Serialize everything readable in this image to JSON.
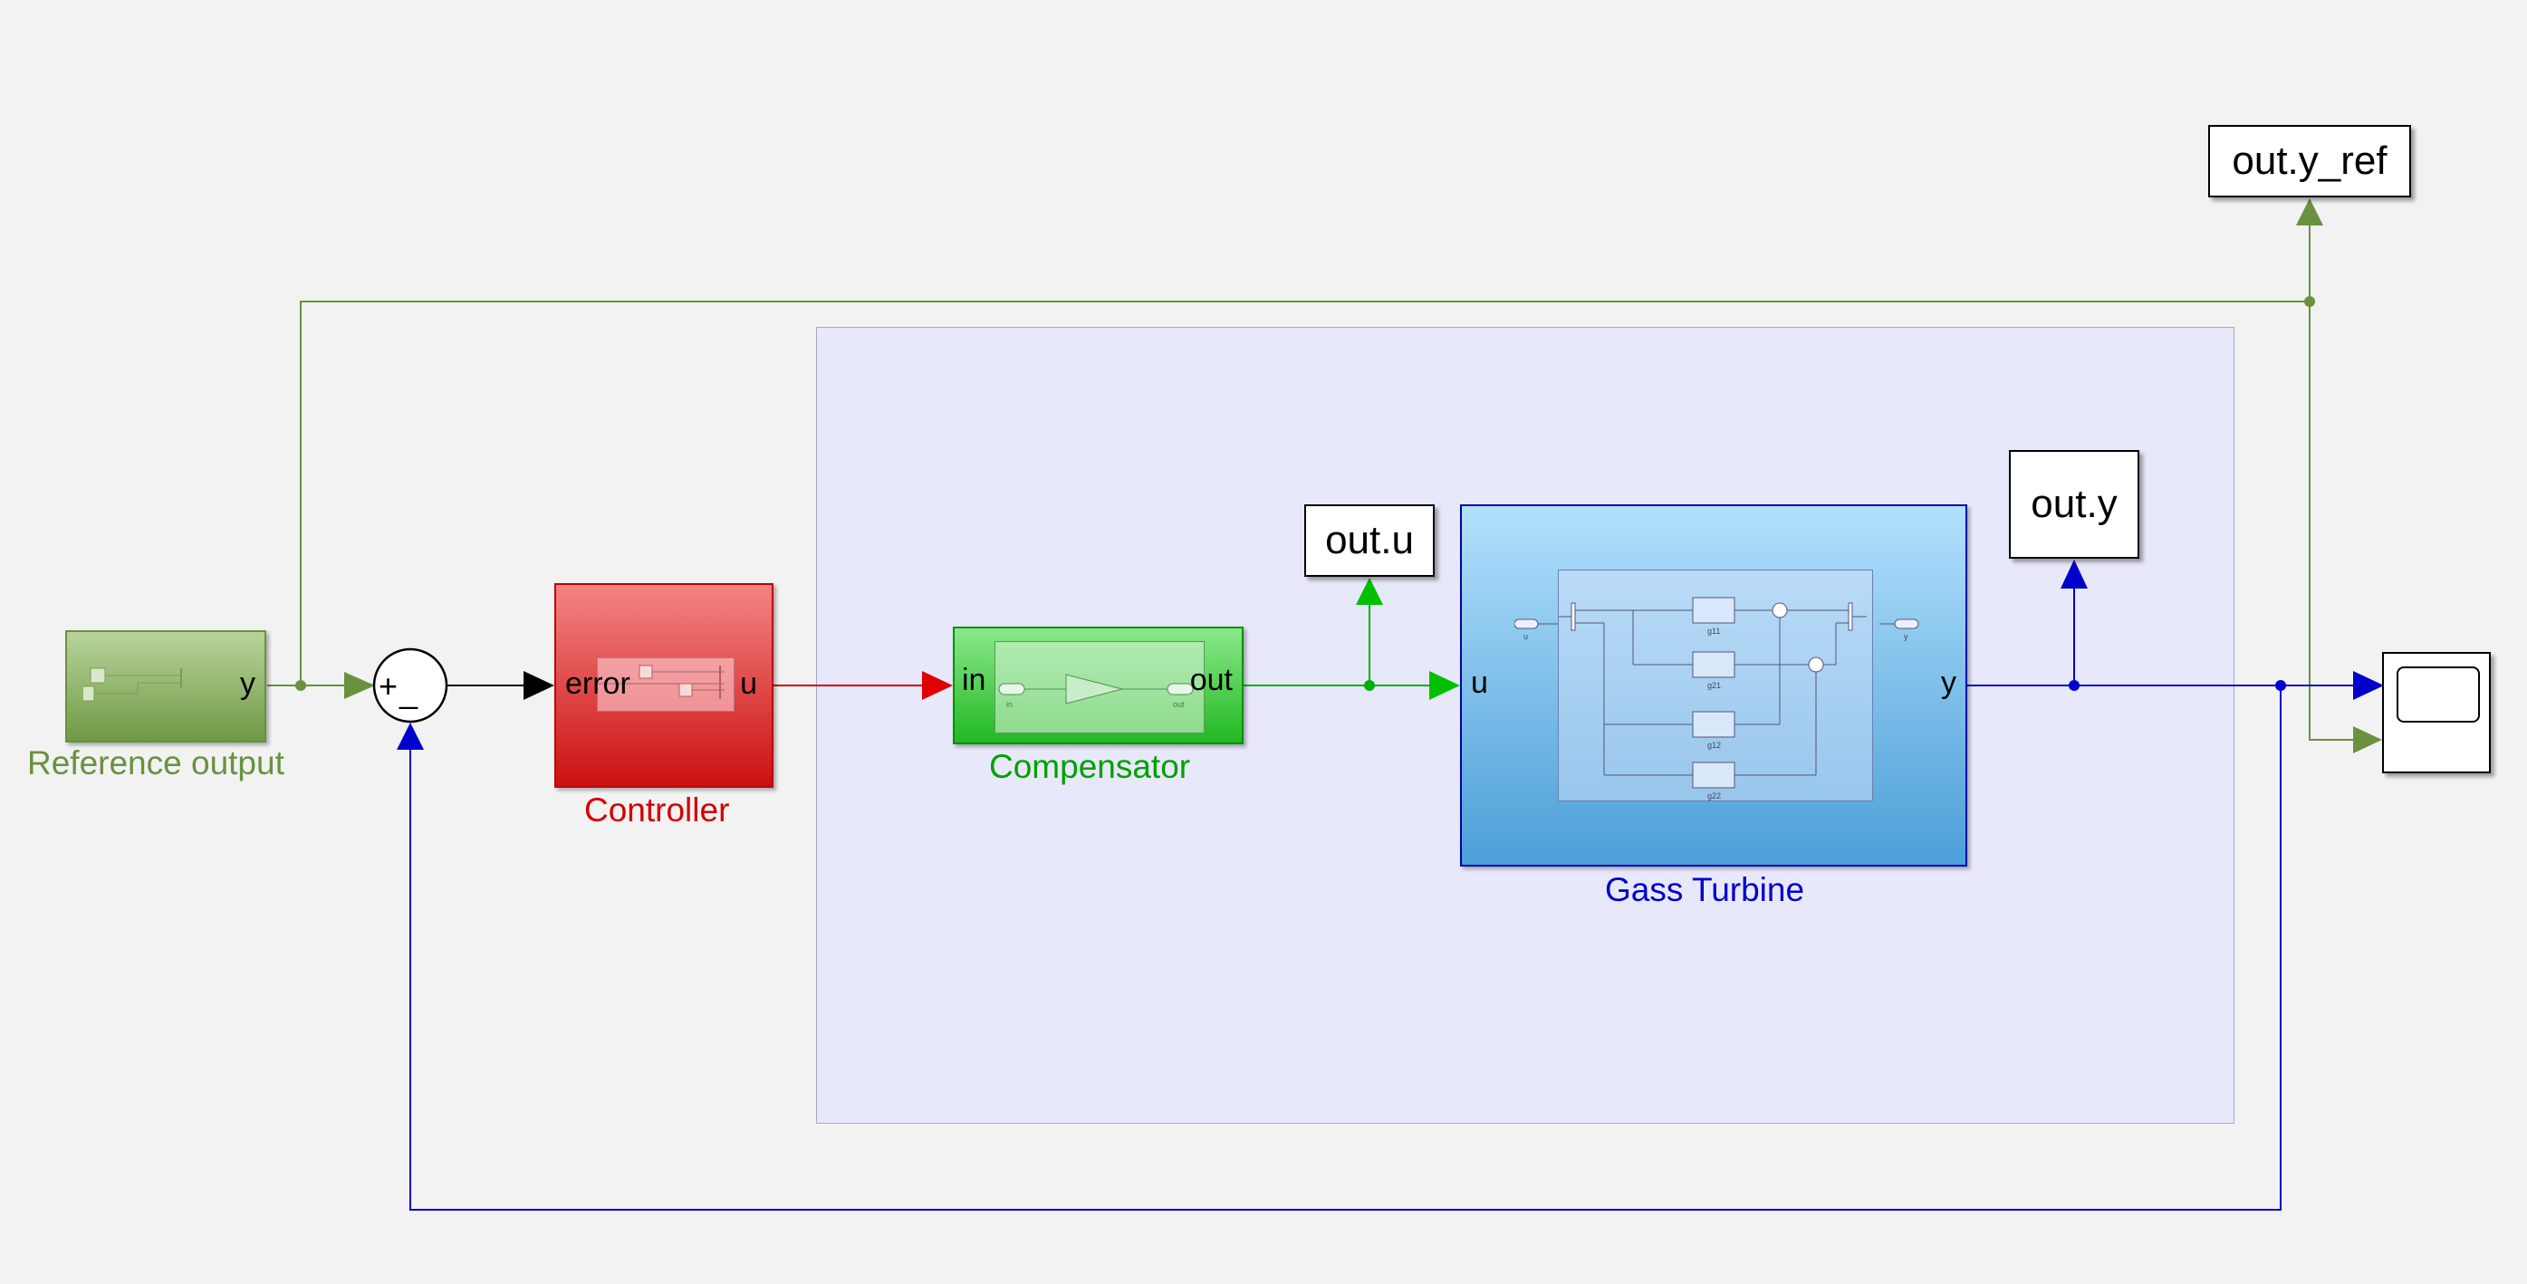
{
  "blocks": {
    "reference": {
      "label": "Reference output",
      "port_out": "y"
    },
    "sum": {
      "plus": "+",
      "minus": "_"
    },
    "controller": {
      "label": "Controller",
      "port_in": "error",
      "port_out": "u"
    },
    "compensator": {
      "label": "Compensator",
      "port_in": "in",
      "port_out": "out",
      "inner_in": "in",
      "inner_out": "out"
    },
    "plant": {
      "label": "Gass Turbine",
      "port_in": "u",
      "port_out": "y",
      "inner_in": "u",
      "inner_out": "y",
      "inner_blocks": [
        "g11",
        "g21",
        "g12",
        "g22"
      ]
    },
    "scope": {}
  },
  "to_workspace": {
    "u": "out.u",
    "y": "out.y",
    "y_ref": "out.y_ref"
  },
  "colors": {
    "reference": "#6a9140",
    "controller": "#d40000",
    "compensator": "#00a000",
    "plant": "#0000cc",
    "feedback": "#0000cc",
    "canvas": "#f2f2f2",
    "area": "#e8e8fb"
  }
}
